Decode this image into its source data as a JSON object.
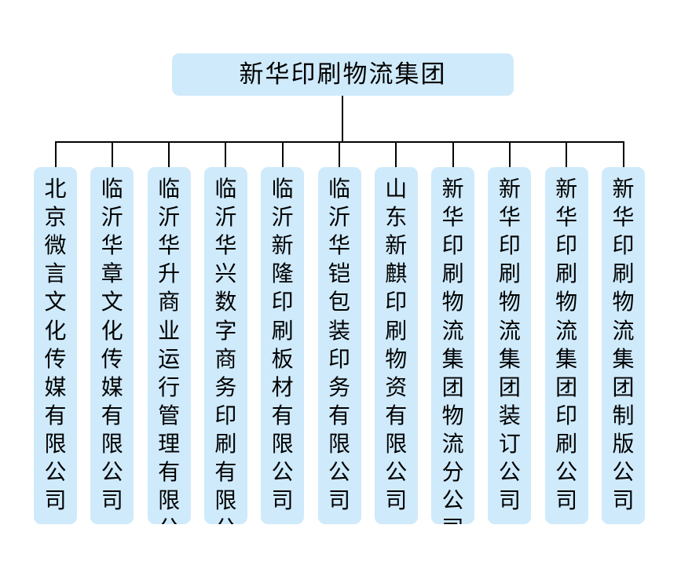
{
  "diagram": {
    "type": "organization-chart",
    "title": "新华印刷物流集团",
    "background_color": "#ffffff",
    "node_fill_color": "#cfeafb",
    "connector_color": "#000000",
    "root": {
      "label": "新华印刷物流集团",
      "orientation": "horizontal"
    },
    "children_orientation": "vertical",
    "children": [
      {
        "label": "北京微言文化传媒有限公司"
      },
      {
        "label": "临沂华章文化传媒有限公司"
      },
      {
        "label": "临沂华升商业运行管理有限公司"
      },
      {
        "label": "临沂华兴数字商务印刷有限公司"
      },
      {
        "label": "临沂新隆印刷板材有限公司"
      },
      {
        "label": "临沂华铠包装印务有限公司"
      },
      {
        "label": "山东新麒印刷物资有限公司"
      },
      {
        "label": "新华印刷物流集团物流分公司"
      },
      {
        "label": "新华印刷物流集团装订公司"
      },
      {
        "label": "新华印刷物流集团印刷公司"
      },
      {
        "label": "新华印刷物流集团制版公司"
      }
    ]
  }
}
